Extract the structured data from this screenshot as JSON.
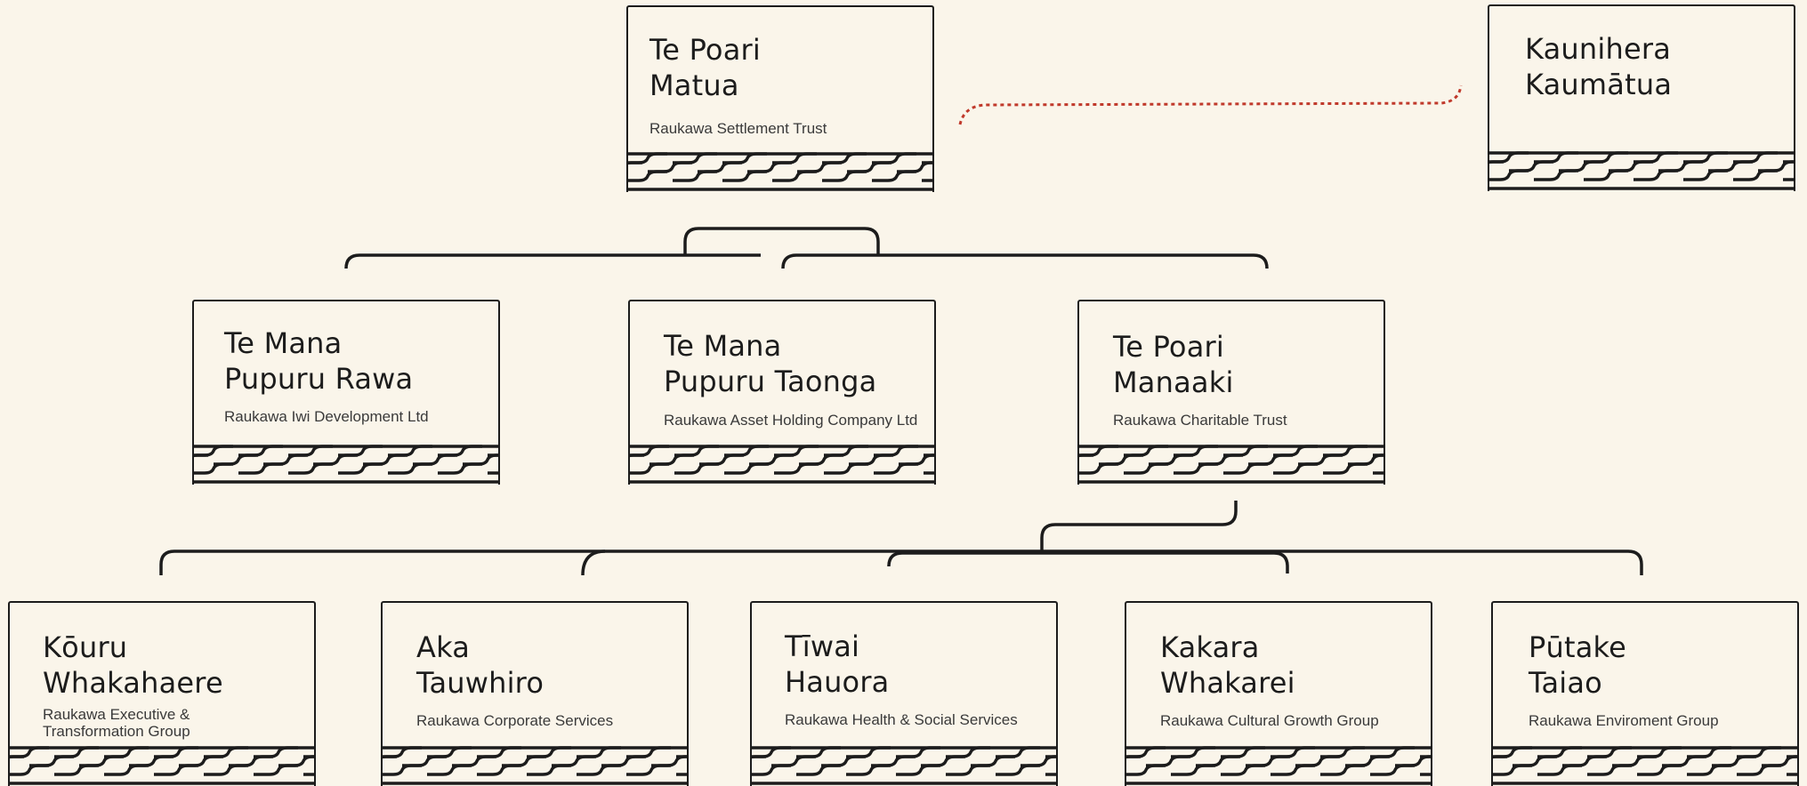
{
  "colors": {
    "background": "#faf5ea",
    "ink": "#1c1c1c",
    "advisory_link": "#c0392b"
  },
  "nodes": {
    "poari_matua": {
      "title": "Te Poari\nMatua",
      "subtitle": "Raukawa Settlement Trust"
    },
    "kaunihera": {
      "title": "Kaunihera\nKaumātua",
      "subtitle": ""
    },
    "mana_rawa": {
      "title": "Te Mana\nPupuru Rawa",
      "subtitle": "Raukawa Iwi Development Ltd"
    },
    "mana_taonga": {
      "title": "Te Mana\nPupuru Taonga",
      "subtitle": "Raukawa Asset Holding Company Ltd"
    },
    "poari_manaaki": {
      "title": "Te Poari\nManaaki",
      "subtitle": "Raukawa Charitable Trust"
    },
    "kouru": {
      "title": "Kōuru\nWhakahaere",
      "subtitle": "Raukawa Executive &\nTransformation Group"
    },
    "aka": {
      "title": "Aka\nTauwhiro",
      "subtitle": "Raukawa Corporate Services"
    },
    "tiwai": {
      "title": "Tīwai\nHauora",
      "subtitle": "Raukawa Health & Social Services"
    },
    "kakara": {
      "title": "Kakara\nWhakarei",
      "subtitle": "Raukawa Cultural Growth Group"
    },
    "putake": {
      "title": "Pūtake\nTaiao",
      "subtitle": "Raukawa Enviroment Group"
    }
  }
}
